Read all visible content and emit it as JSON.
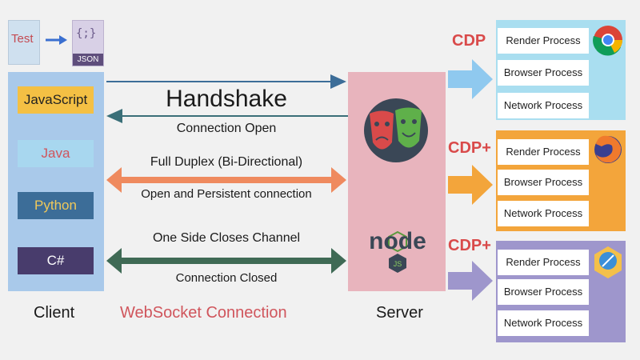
{
  "top_docs": {
    "test_label": "Test",
    "json_braces": "{;}",
    "json_tag": "JSON"
  },
  "client": {
    "languages": [
      "JavaScript",
      "Java",
      "Python",
      "C#"
    ],
    "label": "Client"
  },
  "connection": {
    "handshake": "Handshake",
    "connection_open": "Connection Open",
    "full_duplex": "Full Duplex (Bi-Directional)",
    "open_persistent": "Open and Persistent connection",
    "one_side_closes": "One Side Closes Channel",
    "connection_closed": "Connection Closed",
    "websocket_label": "WebSocket Connection"
  },
  "server": {
    "label": "Server",
    "logo_text": "node",
    "logo_sub": "JS"
  },
  "browsers": [
    {
      "protocol": "CDP",
      "icon": "chrome-icon",
      "color": "#a9def0",
      "arrow_color": "#8fc9ef",
      "processes": [
        "Render Process",
        "Browser Process",
        "Network Process"
      ]
    },
    {
      "protocol": "CDP+",
      "icon": "firefox-icon",
      "color": "#f3a53b",
      "arrow_color": "#f3a53b",
      "processes": [
        "Render Process",
        "Browser Process",
        "Network Process"
      ]
    },
    {
      "protocol": "CDP+",
      "icon": "webkit-icon",
      "color": "#9e96cc",
      "arrow_color": "#9e96cc",
      "processes": [
        "Render Process",
        "Browser Process",
        "Network Process"
      ]
    }
  ],
  "colors": {
    "arrow_blue": "#3c6d98",
    "arrow_teal": "#3a6f78",
    "arrow_orange": "#ef8a5e",
    "arrow_green": "#3f6a55",
    "accent_red": "#d94a4a"
  }
}
